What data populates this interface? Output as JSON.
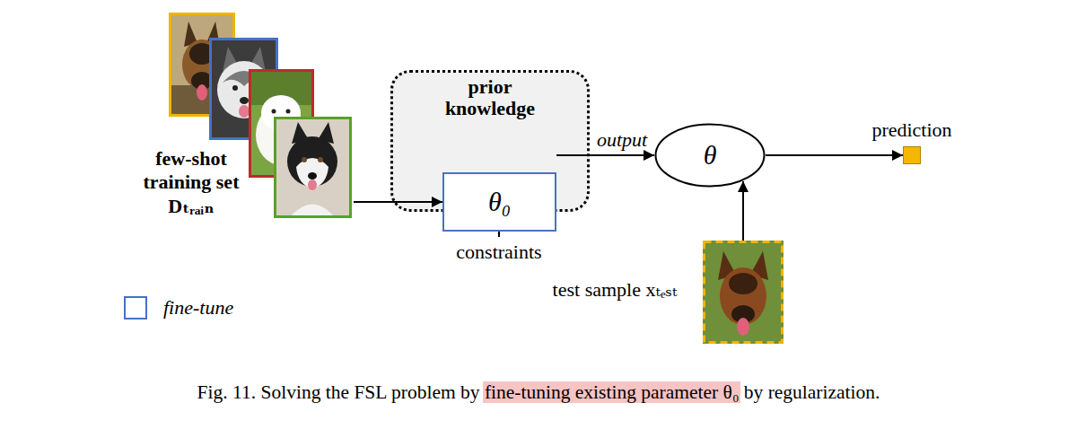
{
  "diagram": {
    "caption": "Fig. 11. Solving the FSL problem by fine-tuning existing parameter θ₀ by regularization.",
    "nodes": [
      {
        "text": [
          "few-shot training set Dₜᵣₐᵢₙ"
        ]
      },
      {
        "text": [
          "prior knowledge"
        ]
      },
      {
        "text": [
          "θ₀"
        ],
        "in": 1
      },
      {
        "text": [
          "θ"
        ]
      },
      {
        "text": [
          "test sample xₜₑₛₜ"
        ]
      },
      {
        "text": [
          "prediction"
        ]
      }
    ],
    "edges": [
      {
        "from": 0,
        "to": 2,
        "arrow": "to"
      },
      {
        "from": 2,
        "to": 3,
        "label": "output",
        "arrow": "to"
      },
      {
        "from": 4,
        "to": 3,
        "arrow": "to"
      },
      {
        "from": 3,
        "to": 5,
        "arrow": "to"
      }
    ],
    "labels": [
      "constraints"
    ],
    "legend": [
      {
        "text": "fine-tune"
      }
    ]
  }
}
